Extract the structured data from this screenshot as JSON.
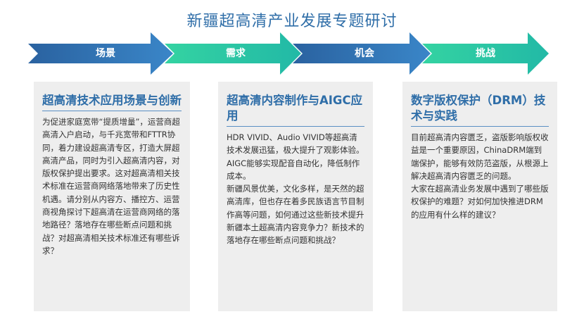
{
  "title": "新疆超高清产业发展专题研讨",
  "stages": [
    {
      "label": "场景",
      "color": "#2f6ea8"
    },
    {
      "label": "需求",
      "color": "#2fc7a4"
    },
    {
      "label": "机会",
      "color": "#2f6ea8"
    },
    {
      "label": "挑战",
      "color": "#2fc7a4"
    }
  ],
  "cards": [
    {
      "heading": "超高清技术应用场景与创新",
      "paragraphs": [
        "为促进家庭宽带“提质增量”，运营商超高清入户启动，与千兆宽带和FTTR协同，着力建设超高清专区，打造大屏超高清产品，同时为引入超高清内容，对版权保护提出要求。这对超高清相关技术标准在运营商网络落地带来了历史性机遇。请分别从内容方、播控方、运营商视角探讨下超高清在运营商网络的落地路径？落地存在哪些断点问题和挑战？对超高清相关技术标准还有哪些诉求？"
      ]
    },
    {
      "heading": "超高清内容制作与AIGC应用",
      "paragraphs": [
        "HDR VIVID、Audio VIVID等超高清技术发展迅猛，极大提升了观影体验。AIGC能够实现配音自动化，降低制作成本。",
        "新疆风景优美，文化多样，是天然的超高清库，但也存在着多民族语言节目制作高等问题，如何通过这些新技术提升新疆本土超高清内容竞争力？新技术的落地存在哪些断点问题和挑战？"
      ]
    },
    {
      "heading": "数字版权保护（DRM）技术与实践",
      "paragraphs": [
        "目前超高清内容匮乏，盗版影响版权收益是一个重要原因，ChinaDRM端到端保护，能够有效防范盗版，从根源上解决超高清内容匮乏的问题。",
        "大家在超高清业务发展中遇到了哪些版权保护的难题？对如何加快推进DRM的应用有什么样的建议？"
      ]
    }
  ]
}
